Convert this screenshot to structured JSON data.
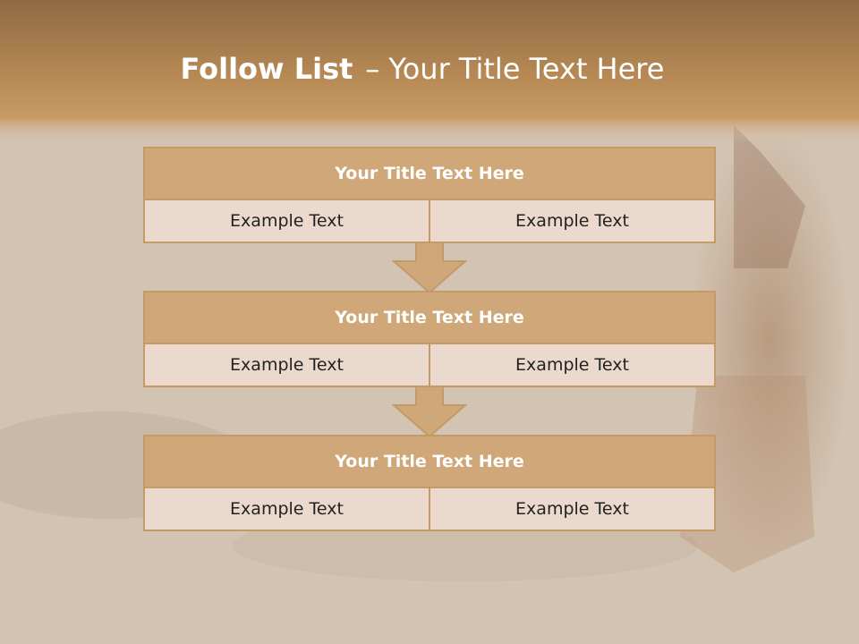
{
  "slide": {
    "title_bold": "Follow List",
    "title_sep": "–",
    "title_rest": "Your Title Text Here"
  },
  "blocks": [
    {
      "title": "Your Title Text Here",
      "left": "Example Text",
      "right": "Example Text"
    },
    {
      "title": "Your Title Text Here",
      "left": "Example Text",
      "right": "Example Text"
    },
    {
      "title": "Your Title Text Here",
      "left": "Example Text",
      "right": "Example Text"
    }
  ],
  "colors": {
    "header_band": "#b88a55",
    "block_title_fill": "#cfa778",
    "block_border": "#c49a67",
    "cell_fill": "#ead9cc",
    "title_text": "#ffffff"
  }
}
